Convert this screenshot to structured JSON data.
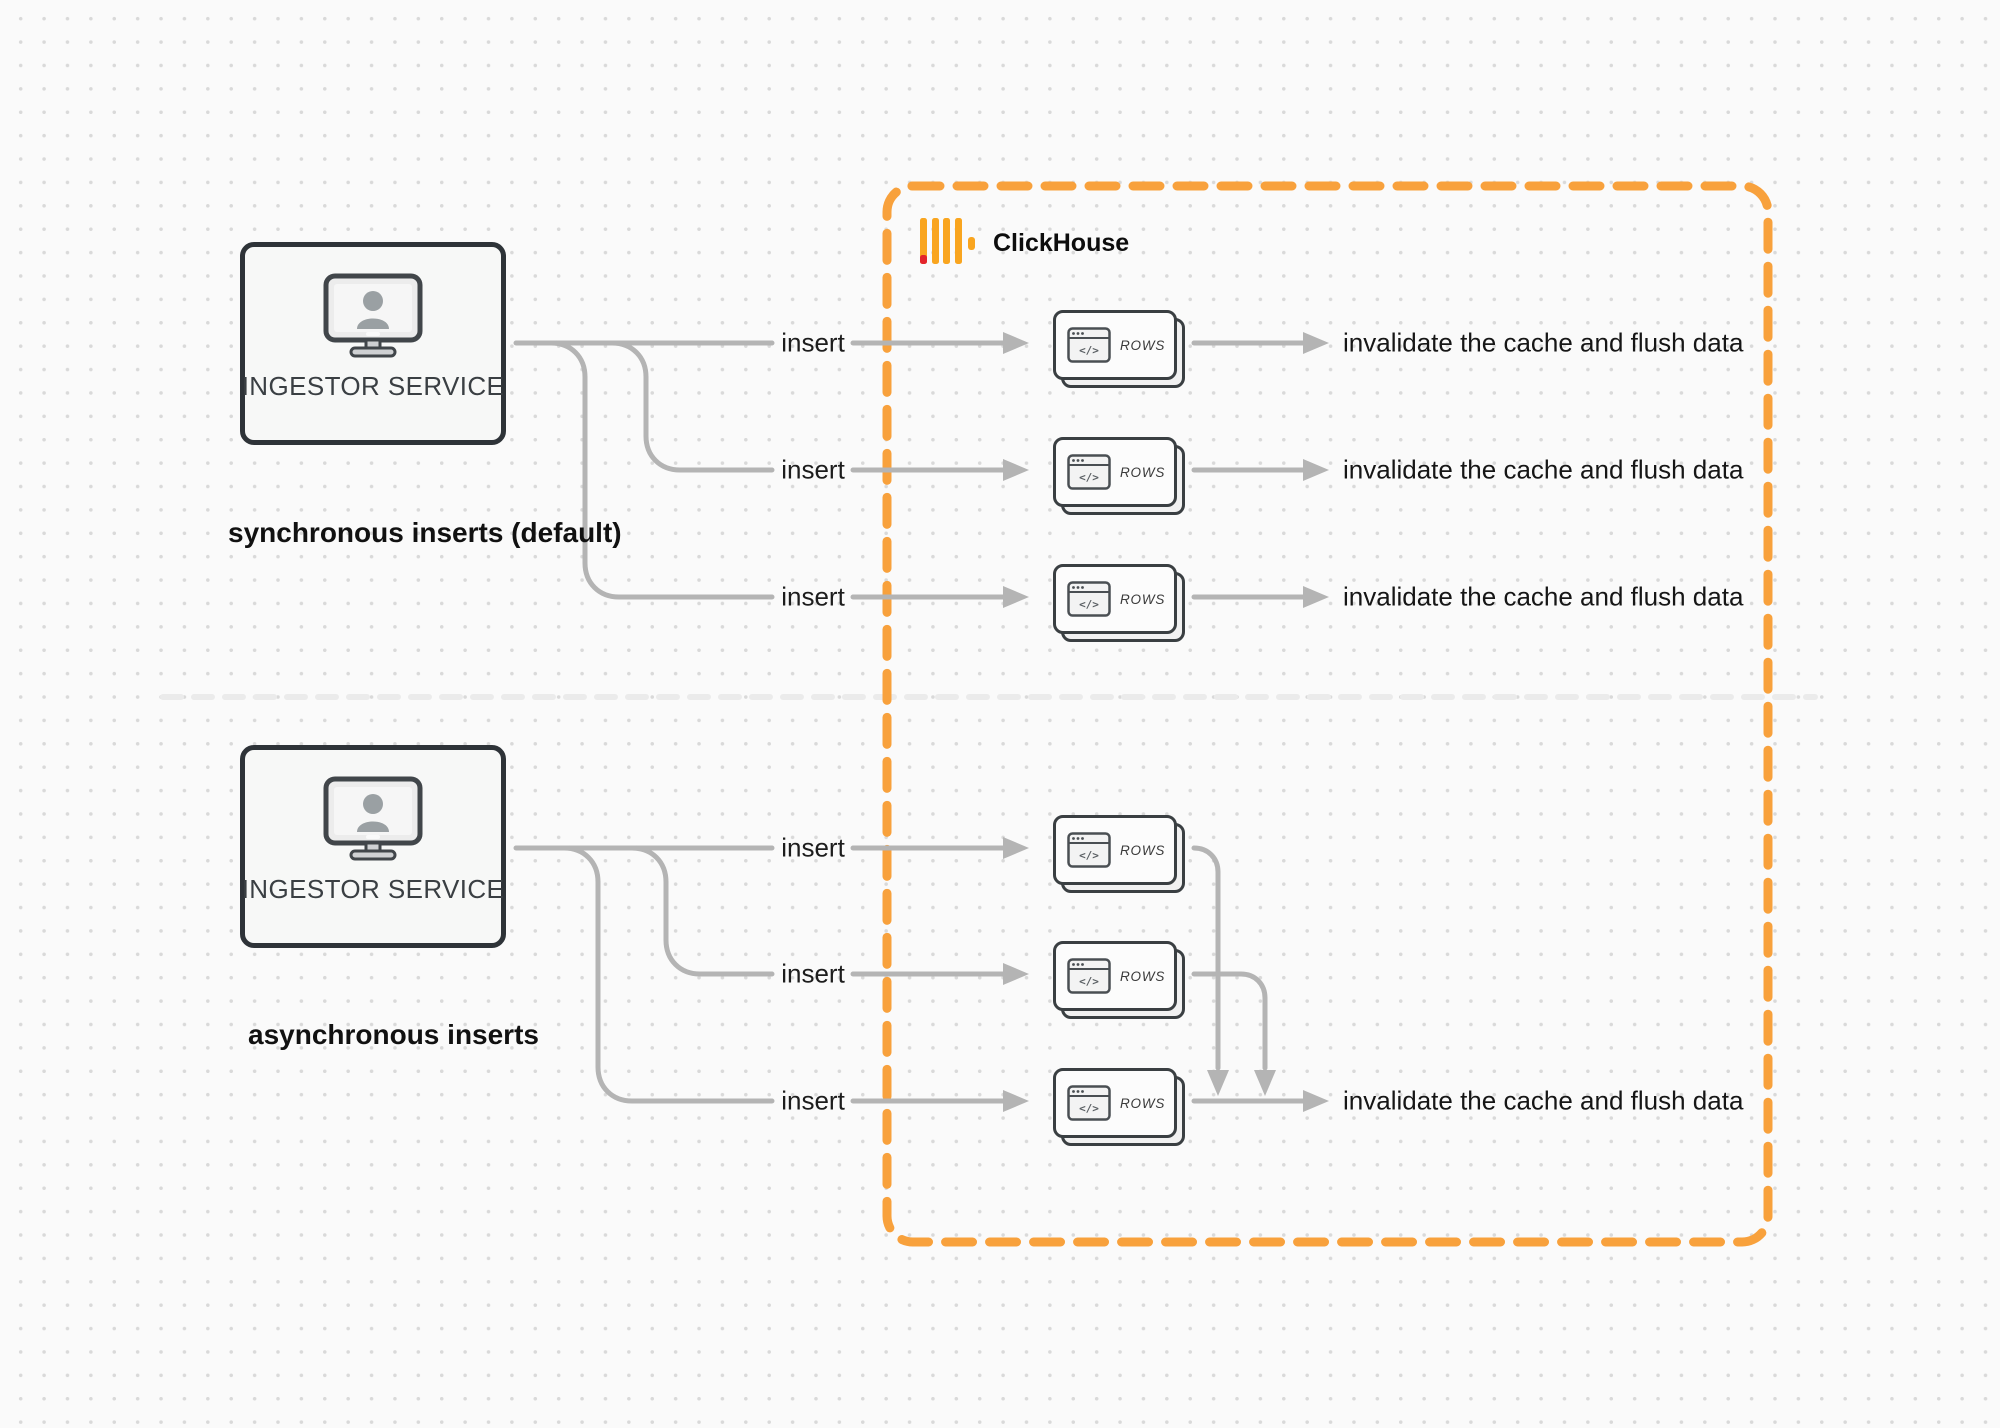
{
  "clickhouse": {
    "name": "ClickHouse"
  },
  "card": {
    "label": "ROWS",
    "glyph": "</>"
  },
  "sync": {
    "service": {
      "label": "INGESTOR SERVICE"
    },
    "caption": "synchronous inserts (default)",
    "rows": [
      {
        "insert": "insert",
        "result": "invalidate the cache and flush data"
      },
      {
        "insert": "insert",
        "result": "invalidate the cache and flush data"
      },
      {
        "insert": "insert",
        "result": "invalidate the cache and flush data"
      }
    ]
  },
  "async": {
    "service": {
      "label": "INGESTOR SERVICE"
    },
    "caption": "asynchronous inserts",
    "rows": [
      {
        "insert": "insert"
      },
      {
        "insert": "insert"
      },
      {
        "insert": "insert",
        "result": "invalidate the cache and flush data"
      }
    ]
  },
  "colors": {
    "accent_orange": "#F8A13C",
    "logo_bar_yellow": "#F9A51F",
    "logo_red": "#E3242B",
    "connector_gray": "#b4b4b4",
    "box_border_dark": "#2e3338",
    "divider_gray": "#ebebeb"
  }
}
